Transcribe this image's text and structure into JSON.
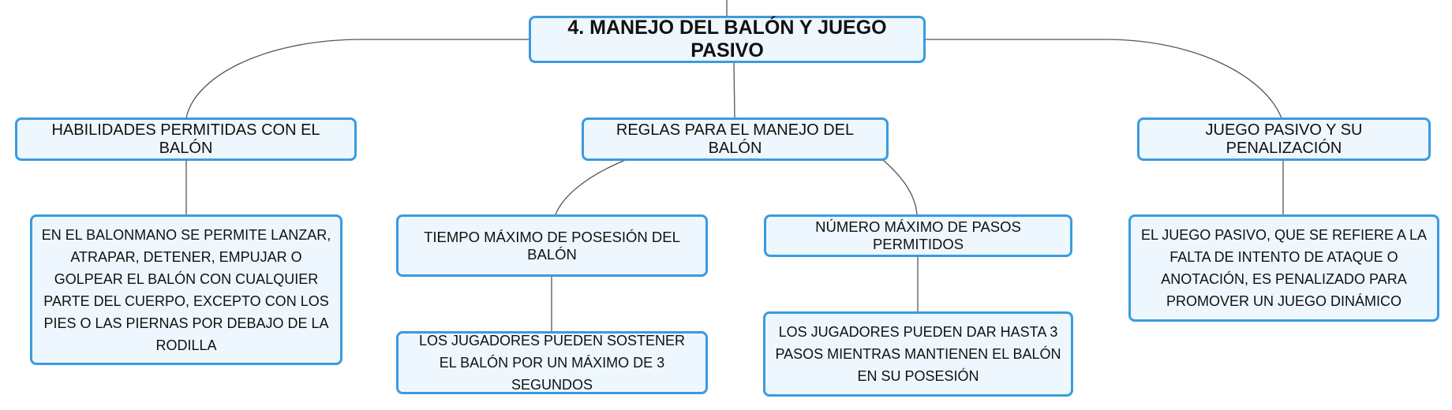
{
  "root": {
    "label": "4. MANEJO DEL BALÓN Y JUEGO PASIVO"
  },
  "branches": {
    "skills": {
      "label": "HABILIDADES PERMITIDAS CON EL BALÓN",
      "detail": "EN EL BALONMANO SE PERMITE LANZAR, ATRAPAR, DETENER, EMPUJAR O GOLPEAR EL BALÓN CON CUALQUIER PARTE DEL CUERPO, EXCEPTO CON LOS PIES O LAS PIERNAS POR DEBAJO DE LA RODILLA"
    },
    "rules": {
      "label": "REGLAS PARA EL MANEJO DEL BALÓN",
      "time": {
        "label": "TIEMPO MÁXIMO DE POSESIÓN DEL BALÓN",
        "detail": "LOS JUGADORES PUEDEN SOSTENER EL BALÓN POR UN MÁXIMO DE 3 SEGUNDOS"
      },
      "steps": {
        "label": "NÚMERO MÁXIMO DE PASOS PERMITIDOS",
        "detail": "LOS JUGADORES PUEDEN DAR HASTA 3 PASOS MIENTRAS MANTIENEN EL BALÓN EN SU POSESIÓN"
      }
    },
    "passive": {
      "label": "JUEGO PASIVO Y SU PENALIZACIÓN",
      "detail": "EL JUEGO PASIVO, QUE SE REFIERE A LA FALTA DE INTENTO DE ATAQUE O ANOTACIÓN, ES PENALIZADO PARA PROMOVER UN JUEGO DINÁMICO"
    }
  },
  "colors": {
    "node_border": "#3a9be0",
    "node_fill": "#eef7fd",
    "connector": "#555555",
    "text": "#111111"
  }
}
